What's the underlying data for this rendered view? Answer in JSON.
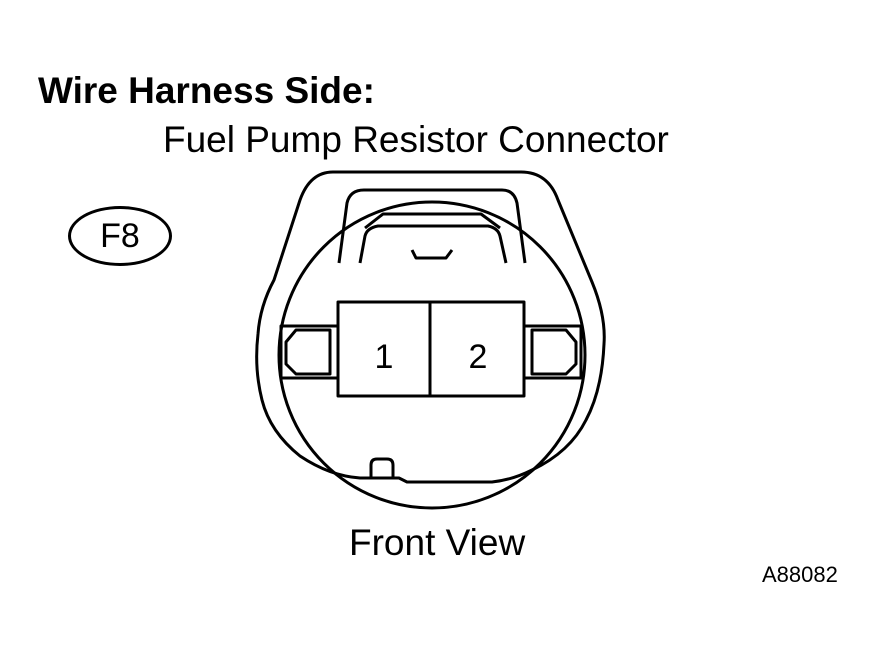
{
  "title": "Wire Harness Side:",
  "subtitle": "Fuel Pump Resistor Connector",
  "connector_id": "F8",
  "pins": [
    {
      "label": "1"
    },
    {
      "label": "2"
    }
  ],
  "view_label": "Front View",
  "figure_code": "A88082"
}
